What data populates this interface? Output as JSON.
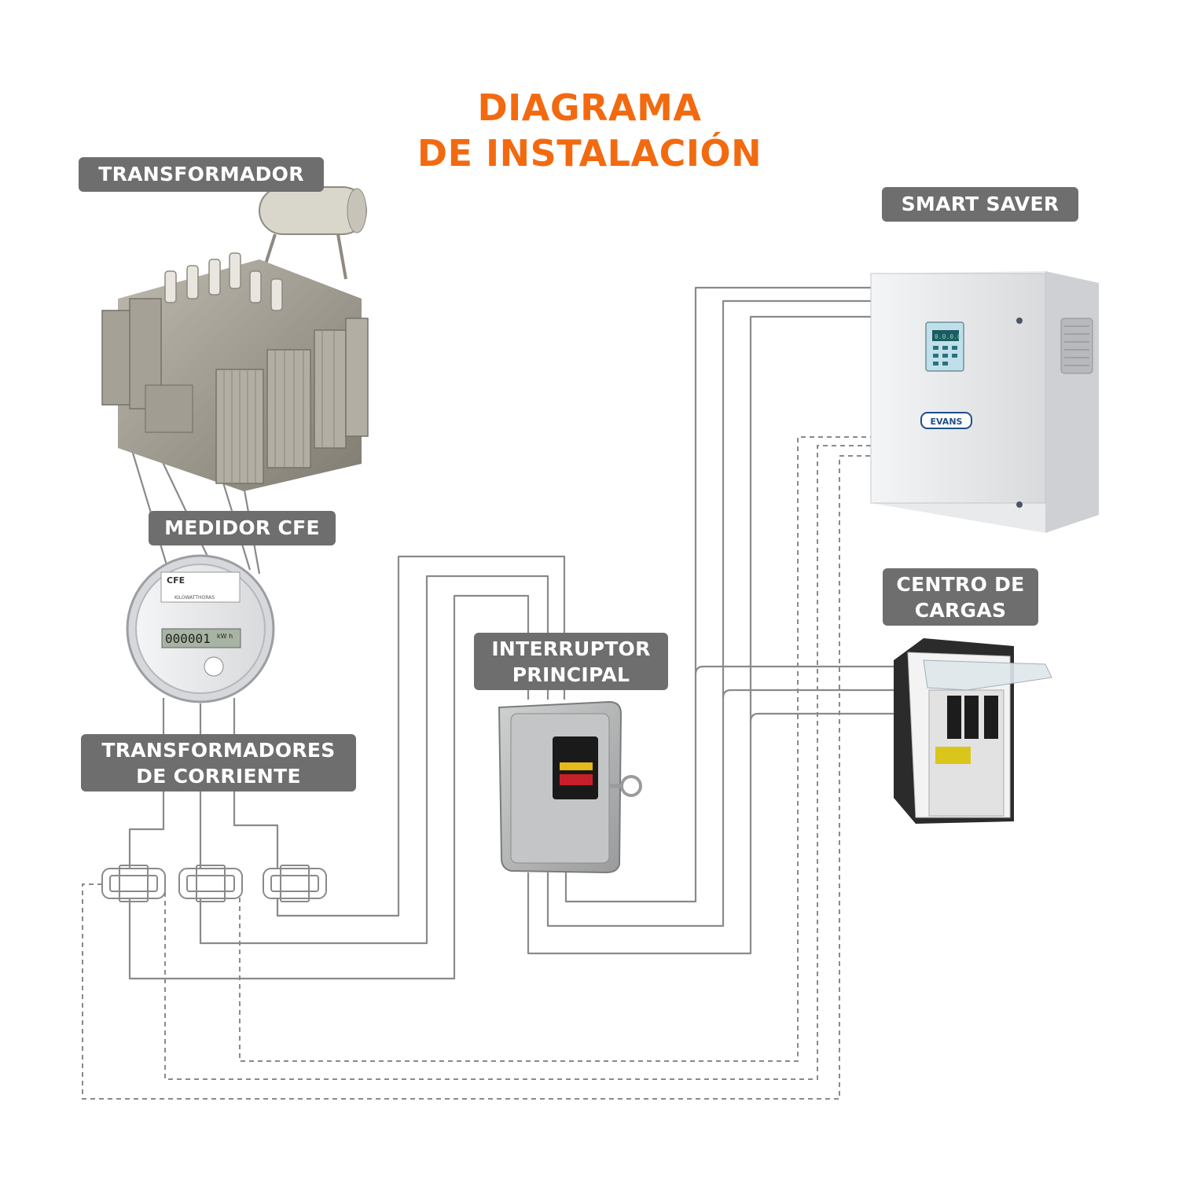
{
  "title": {
    "line1": "DIAGRAMA",
    "line2": "DE INSTALACIÓN"
  },
  "labels": {
    "transformador": "TRANSFORMADOR",
    "medidor": "MEDIDOR CFE",
    "smart_saver": "SMART SAVER",
    "centro_line1": "CENTRO DE",
    "centro_line2": "CARGAS",
    "interruptor_line1": "INTERRUPTOR",
    "interruptor_line2": "PRINCIPAL",
    "tc_line1": "TRANSFORMADORES",
    "tc_line2": "DE CORRIENTE"
  },
  "meter": {
    "brand": "CFE",
    "display": "000001",
    "unit": "kW h",
    "caption": "KILOWATTHORAS"
  },
  "saver": {
    "brand": "EVANS",
    "display": "0.0.0.0"
  },
  "colors": {
    "accent": "#f26a10",
    "label_bg": "#6e6e6e",
    "wire": "#8a8a8a"
  }
}
